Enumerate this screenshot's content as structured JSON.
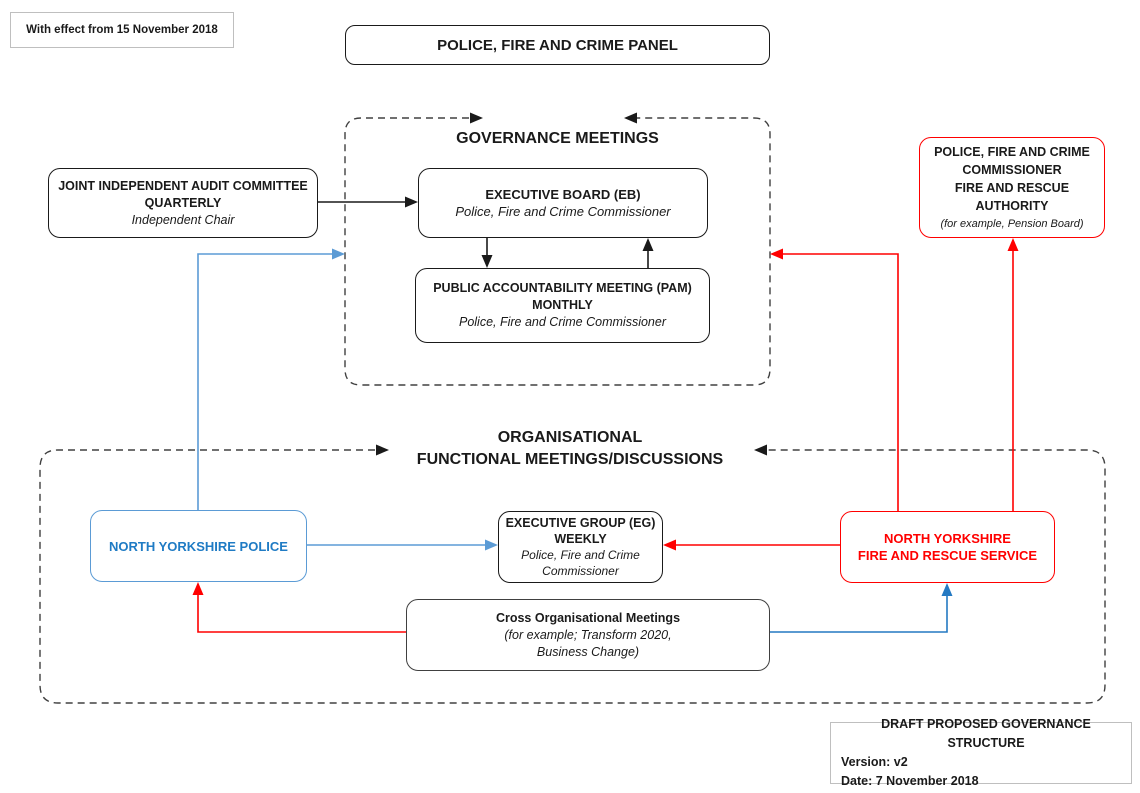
{
  "effect_note": "With effect from 15 November 2018",
  "panel_title": "POLICE, FIRE AND CRIME PANEL",
  "governance": {
    "title": "GOVERNANCE MEETINGS",
    "eb": {
      "title": "EXECUTIVE BOARD (EB)",
      "owner": "Police, Fire and Crime Commissioner"
    },
    "pam": {
      "title": "PUBLIC ACCOUNTABILITY MEETING (PAM)",
      "frequency": "MONTHLY",
      "owner": "Police, Fire and Crime Commissioner"
    }
  },
  "audit_committee": {
    "title": "JOINT INDEPENDENT AUDIT COMMITTEE",
    "frequency": "QUARTERLY",
    "chair": "Independent Chair"
  },
  "fire_authority": {
    "lines": [
      "POLICE, FIRE AND CRIME",
      "COMMISSIONER",
      "FIRE AND RESCUE",
      "AUTHORITY"
    ],
    "note": "(for example, Pension Board)"
  },
  "organisational": {
    "title_line1": "ORGANISATIONAL",
    "title_line2": "FUNCTIONAL MEETINGS/DISCUSSIONS",
    "nyp": {
      "title": "NORTH YORKSHIRE POLICE"
    },
    "eg": {
      "title": "EXECUTIVE GROUP (EG)",
      "frequency": "WEEKLY",
      "owner_line1": "Police, Fire and Crime",
      "owner_line2": "Commissioner"
    },
    "nyfrs": {
      "line1": "NORTH YORKSHIRE",
      "line2": "FIRE AND RESCUE SERVICE"
    },
    "cross_org": {
      "title": "Cross Organisational Meetings",
      "note_line1": "(for example; Transform 2020,",
      "note_line2": "Business Change)"
    }
  },
  "footer": {
    "line1": "DRAFT PROPOSED GOVERNANCE STRUCTURE",
    "version": "Version: v2",
    "date": "Date: 7 November 2018"
  },
  "colors": {
    "blue_line": "#5b9bd5",
    "blue_text": "#1f7bc4",
    "red": "#ff0000",
    "dashed_border": "#404040",
    "black": "#1a1a1a"
  }
}
